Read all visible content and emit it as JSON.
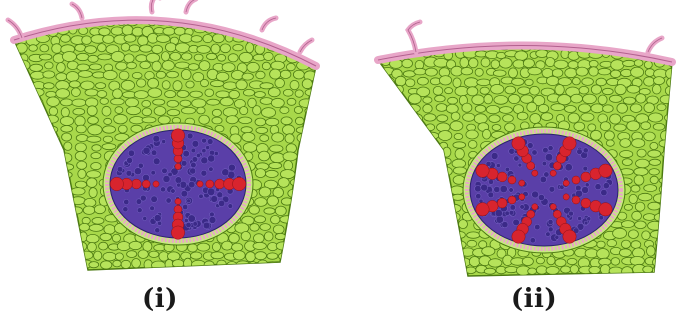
{
  "figure": {
    "panels": [
      {
        "label": "(i)",
        "xylem_arms": 4
      },
      {
        "label": "(ii)",
        "xylem_arms": 8
      }
    ]
  },
  "colors": {
    "cortex_fill": "#a8d84a",
    "cortex_cell_stroke": "#4c7a12",
    "epidermis_fill": "#e8a6c8",
    "epidermis_stroke": "#b2608e",
    "stele_fill": "#5a3fa8",
    "stele_cell": "#3b2a88",
    "xylem": "#d8242e",
    "pericycle": "#e8a6c8"
  }
}
